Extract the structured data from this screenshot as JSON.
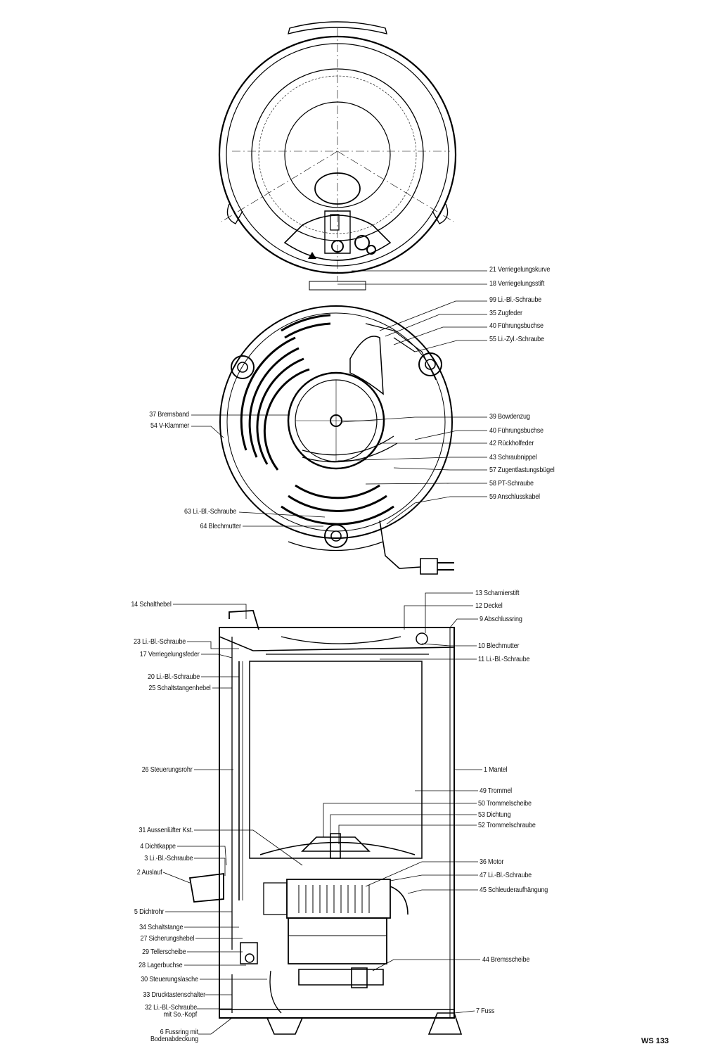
{
  "drawing_code": "WS 133",
  "parts": [
    {
      "id": "p21",
      "text": "21 Verriegelungskurve"
    },
    {
      "id": "p18",
      "text": "18 Verriegelungsstift"
    },
    {
      "id": "p99",
      "text": "99 Li.-Bl.-Schraube"
    },
    {
      "id": "p35",
      "text": "35 Zugfeder"
    },
    {
      "id": "p40a",
      "text": "40 Führungsbuchse"
    },
    {
      "id": "p55",
      "text": "55 Li.-Zyl.-Schraube"
    },
    {
      "id": "p37",
      "text": "37 Bremsband"
    },
    {
      "id": "p54",
      "text": "54 V-Klammer"
    },
    {
      "id": "p39",
      "text": "39 Bowdenzug"
    },
    {
      "id": "p40b",
      "text": "40 Führungsbuchse"
    },
    {
      "id": "p42",
      "text": "42 Rückholfeder"
    },
    {
      "id": "p43",
      "text": "43 Schraubnippel"
    },
    {
      "id": "p57",
      "text": "57 Zugentlastungsbügel"
    },
    {
      "id": "p58",
      "text": "58 PT-Schraube"
    },
    {
      "id": "p59",
      "text": "59 Anschlusskabel"
    },
    {
      "id": "p63",
      "text": "63 Li.-Bl.-Schraube"
    },
    {
      "id": "p64",
      "text": "64 Blechmutter"
    },
    {
      "id": "p14",
      "text": "14 Schalthebel"
    },
    {
      "id": "p13",
      "text": "13 Scharnierstift"
    },
    {
      "id": "p12",
      "text": "12 Deckel"
    },
    {
      "id": "p9",
      "text": "9 Abschlussring"
    },
    {
      "id": "p23",
      "text": "23 Li.-Bl.-Schraube"
    },
    {
      "id": "p17",
      "text": "17 Verriegelungsfeder"
    },
    {
      "id": "p10",
      "text": "10 Blechmutter"
    },
    {
      "id": "p11",
      "text": "11 Li.-Bl.-Schraube"
    },
    {
      "id": "p20",
      "text": "20 Li.-Bl.-Schraube"
    },
    {
      "id": "p25",
      "text": "25 Schaltstangenhebel"
    },
    {
      "id": "p26",
      "text": "26 Steuerungsrohr"
    },
    {
      "id": "p1",
      "text": "1 Mantel"
    },
    {
      "id": "p49",
      "text": "49 Trommel"
    },
    {
      "id": "p50",
      "text": "50 Trommelscheibe"
    },
    {
      "id": "p53",
      "text": "53 Dichtung"
    },
    {
      "id": "p52",
      "text": "52 Trommelschraube"
    },
    {
      "id": "p31",
      "text": "31 Aussenlüfter Kst."
    },
    {
      "id": "p4",
      "text": "4 Dichtkappe"
    },
    {
      "id": "p3",
      "text": "3 Li.-Bl.-Schraube"
    },
    {
      "id": "p36",
      "text": "36 Motor"
    },
    {
      "id": "p47",
      "text": "47 Li.-Bl.-Schraube"
    },
    {
      "id": "p2",
      "text": "2 Auslauf"
    },
    {
      "id": "p45",
      "text": "45 Schleuderaufhängung"
    },
    {
      "id": "p5",
      "text": "5 Dichtrohr"
    },
    {
      "id": "p34",
      "text": "34 Schaltstange"
    },
    {
      "id": "p27",
      "text": "27 Sicherungshebel"
    },
    {
      "id": "p29",
      "text": "29 Tellerscheibe"
    },
    {
      "id": "p44",
      "text": "44 Bremsscheibe"
    },
    {
      "id": "p28",
      "text": "28 Lagerbuchse"
    },
    {
      "id": "p30",
      "text": "30 Steuerungslasche"
    },
    {
      "id": "p33",
      "text": "33 Drucktastenschalter"
    },
    {
      "id": "p32",
      "text": "32 Li.-Bl.-Schraube\nmit So.-Kopf"
    },
    {
      "id": "p7",
      "text": "7 Fuss"
    },
    {
      "id": "p6",
      "text": "6 Fussring mit\nBodenabdeckung"
    }
  ]
}
